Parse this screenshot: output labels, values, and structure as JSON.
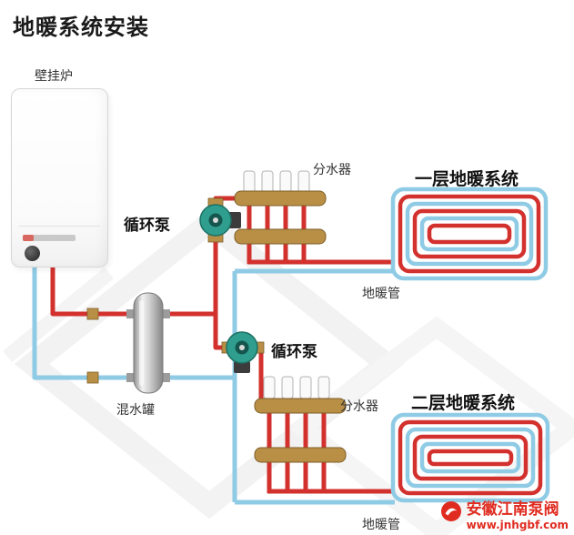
{
  "title": "地暖系统安装",
  "labels": {
    "boiler": "壁挂炉",
    "pump1": "循环泵",
    "pump2": "循环泵",
    "manifold1": "分水器",
    "manifold2": "分水器",
    "floor1_system": "一层地暖系统",
    "floor2_system": "二层地暖系统",
    "mixing_tank": "混水罐",
    "pipe1": "地暖管",
    "pipe2": "地暖管"
  },
  "brand": {
    "name": "安徽江南泵阀",
    "url": "www.jnhgbf.com"
  },
  "colors": {
    "supply": "#d2312e",
    "return": "#8fcbe4",
    "brass": "#b98f45",
    "brass_dark": "#7d5e28",
    "pump": "#2f9e8f",
    "brand_red": "#e02b20"
  }
}
